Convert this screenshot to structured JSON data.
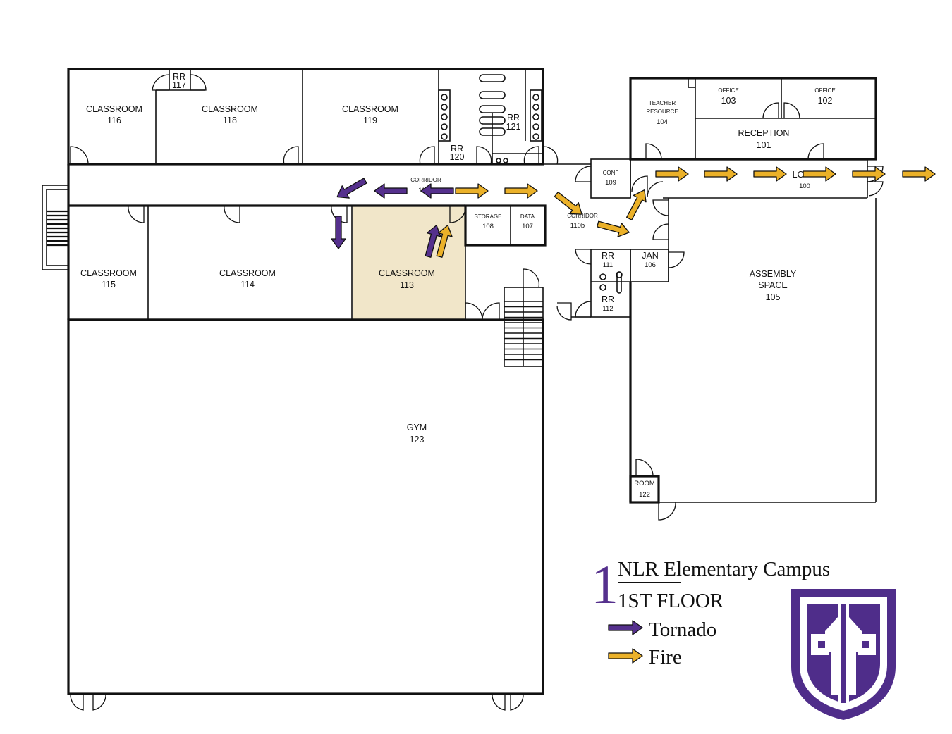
{
  "rooms": {
    "r116": {
      "name": "CLASSROOM",
      "num": "116"
    },
    "r118": {
      "name": "CLASSROOM",
      "num": "118"
    },
    "r119": {
      "name": "CLASSROOM",
      "num": "119"
    },
    "r117": {
      "name": "RR",
      "num": "117"
    },
    "r121": {
      "name": "RR",
      "num": "121"
    },
    "r120": {
      "name": "RR",
      "num": "120"
    },
    "r104": {
      "name1": "TEACHER",
      "name2": "RESOURCE",
      "num": "104"
    },
    "r103": {
      "name": "OFFICE",
      "num": "103"
    },
    "r102": {
      "name": "OFFICE",
      "num": "102"
    },
    "r101": {
      "name": "RECEPTION",
      "num": "101"
    },
    "r109": {
      "name": "CONF",
      "num": "109"
    },
    "r100": {
      "name": "LO",
      "num": "100"
    },
    "r110": {
      "name": "CORRIDOR",
      "num": "11"
    },
    "r110b": {
      "name": "CORRIDOR",
      "num": "110b"
    },
    "r115": {
      "name": "CLASSROOM",
      "num": "115"
    },
    "r114": {
      "name": "CLASSROOM",
      "num": "114"
    },
    "r113": {
      "name": "CLASSROOM",
      "num": "113"
    },
    "r108": {
      "name": "STORAGE",
      "num": "108"
    },
    "r107": {
      "name": "DATA",
      "num": "107"
    },
    "r111": {
      "name": "RR",
      "num": "111"
    },
    "r106": {
      "name": "JAN",
      "num": "106"
    },
    "r112": {
      "name": "RR",
      "num": "112"
    },
    "r105": {
      "name1": "ASSEMBLY",
      "name2": "SPACE",
      "num": "105"
    },
    "r123": {
      "name": "GYM",
      "num": "123"
    },
    "r122": {
      "name": "ROOM",
      "num": "122"
    }
  },
  "legend": {
    "floor_number": "1",
    "campus": "NLR Elementary Campus",
    "floor": "1ST FLOOR",
    "tornado": "Tornado",
    "fire": "Fire"
  },
  "colors": {
    "tornado": "#55308d",
    "fire": "#ebb129",
    "highlight": "#f1e6c9",
    "logo": "#4f2d8a"
  }
}
